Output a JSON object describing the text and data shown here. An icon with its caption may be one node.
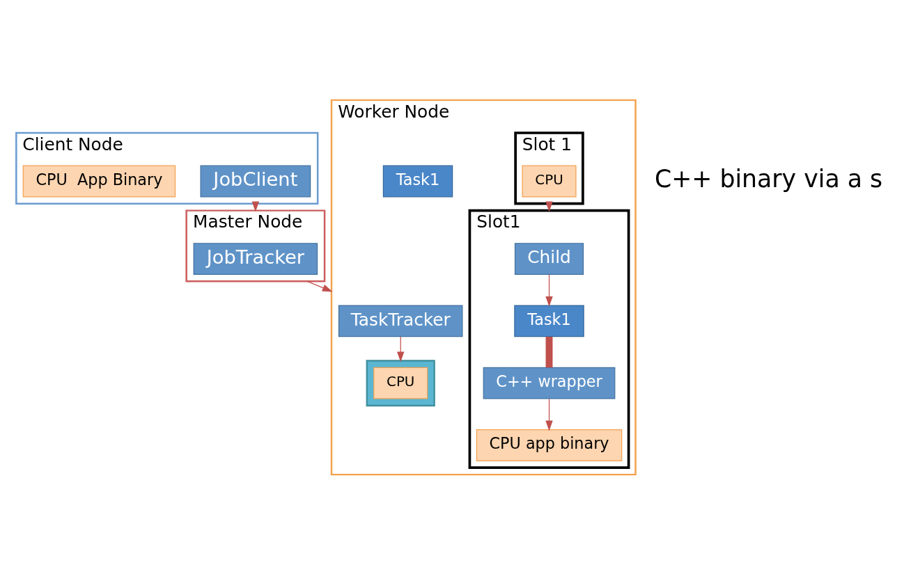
{
  "diagram": {
    "nodes": [
      {
        "text": [
          "Client Node"
        ]
      },
      {
        "text": [
          "JobClient"
        ],
        "in": 0
      },
      {
        "text": [
          "CPU  App Binary"
        ],
        "in": 0
      },
      {
        "text": [
          "Master Node"
        ]
      },
      {
        "text": [
          "JobTracker"
        ],
        "in": 3
      },
      {
        "text": [
          "Worker Node"
        ]
      },
      {
        "text": [
          "TaskTracker"
        ],
        "in": 5
      },
      {
        "text": [],
        "shape": "box",
        "in": 5
      },
      {
        "text": [
          "CPU"
        ],
        "in": 7
      },
      {
        "text": [
          "Slot 1"
        ],
        "in": 5
      },
      {
        "text": [
          "CPU"
        ],
        "in": 9
      },
      {
        "text": [
          "Task1"
        ],
        "in": 5
      },
      {
        "text": [
          "Slot1"
        ],
        "in": 5
      },
      {
        "text": [
          "Child"
        ],
        "in": 12
      },
      {
        "text": [
          "Task1"
        ],
        "in": 12
      },
      {
        "text": [
          "C++ wrapper"
        ],
        "in": 12
      },
      {
        "text": [
          "CPU app binary"
        ],
        "in": 12
      }
    ],
    "edges": [
      {
        "from": 0,
        "to": 3,
        "arrow": "to"
      },
      {
        "from": 3,
        "to": 5,
        "arrow": "to"
      },
      {
        "from": 6,
        "to": 7,
        "arrow": "to"
      },
      {
        "from": 9,
        "to": 12,
        "arrow": "to"
      },
      {
        "from": 13,
        "to": 14,
        "arrow": "to"
      },
      {
        "from": 14,
        "to": 15,
        "arrow": "none",
        "style": "thick"
      },
      {
        "from": 15,
        "to": 16,
        "arrow": "to"
      }
    ],
    "labels": [
      "C++ binary via a s"
    ]
  }
}
